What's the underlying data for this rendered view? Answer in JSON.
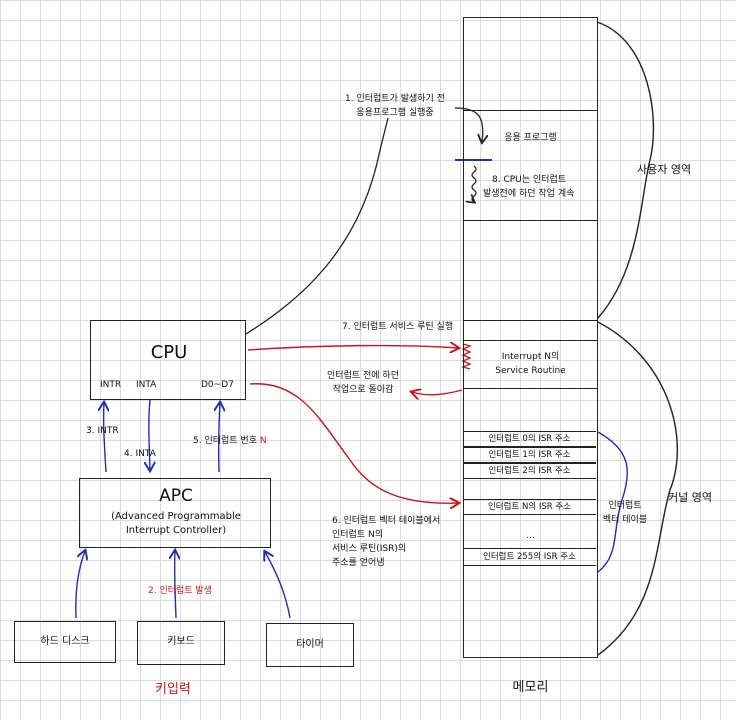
{
  "cpu": {
    "title": "CPU",
    "pin_intr": "INTR",
    "pin_inta": "INTA",
    "pin_data": "D0~D7"
  },
  "apic": {
    "title": "APC",
    "subtitle_line1": "(Advanced Programmable",
    "subtitle_line2": "Interrupt Controller)"
  },
  "devices": {
    "hdd": "하드 디스크",
    "keyboard": "키보드",
    "timer": "타이머",
    "key_input": "키입력"
  },
  "steps": {
    "step1_line1": "1. 인터럽트가 발생하기 전",
    "step1_line2": "응용프로그램 실행중",
    "step2": "2. 인터럽트 발생",
    "step3": "3. INTR",
    "step4": "4. INTA",
    "step5_prefix": "5. 인터럽트 번호 ",
    "step5_num": "N",
    "step6_line1": "6. 인터럽트 벡터 테이블에서",
    "step6_line2": "인터럽트 N의",
    "step6_line3": "서비스 루틴(ISR)의",
    "step6_line4": "주소를 얻어냄",
    "step7": "7. 인터럽트 서비스 루틴 실행",
    "step8_line1": "8. CPU는 인터럽트",
    "step8_line2": "발생전에 하던 작업 계속",
    "return_line1": "인터럽트 전에 하던",
    "return_line2": "작업으로 돌아감"
  },
  "memory": {
    "label": "메모리",
    "app": "응용 프로그램",
    "isr_line1": "Interrupt N의",
    "isr_line2": "Service Routine",
    "user_area": "사용자 영역",
    "kernel_area": "커널 영역",
    "ivt_label_line1": "인터럽트",
    "ivt_label_line2": "벡터 테이블",
    "vectors": [
      "인터럽트 0의 ISR 주소",
      "인터럽트 1의 ISR 주소",
      "인터럽트 2의 ISR 주소",
      "인터럽트 N의 ISR 주소",
      "...",
      "인터럽트 255의 ISR 주소"
    ]
  },
  "colors": {
    "red": "#c8141b",
    "blue": "#1f2fb0",
    "ink": "#222222"
  }
}
